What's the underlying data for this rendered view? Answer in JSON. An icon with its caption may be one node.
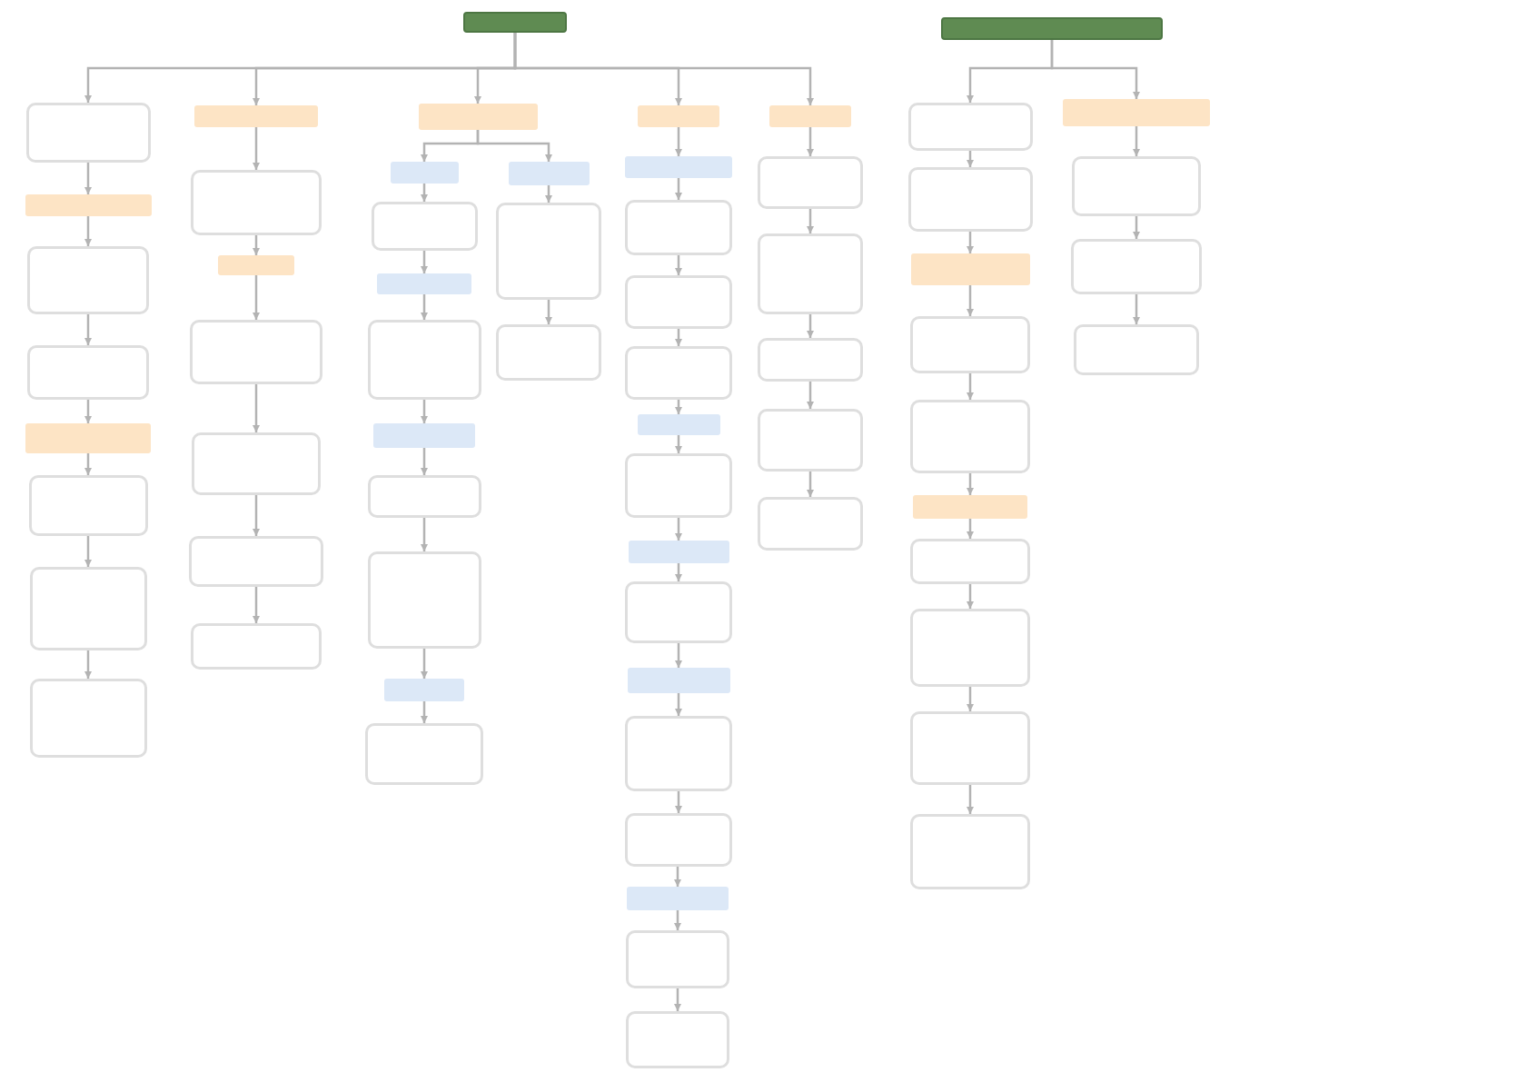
{
  "diagram": {
    "nodes": [
      {
        "text": [],
        "shape": "box"
      },
      {
        "text": [],
        "shape": "box"
      },
      {
        "text": [],
        "shape": "box"
      },
      {
        "text": [],
        "shape": "box"
      },
      {
        "text": [],
        "shape": "box"
      },
      {
        "text": [],
        "shape": "box"
      },
      {
        "text": [],
        "shape": "box"
      },
      {
        "text": [],
        "shape": "box"
      },
      {
        "text": [],
        "shape": "box"
      },
      {
        "text": [],
        "shape": "box"
      },
      {
        "text": [],
        "shape": "box"
      },
      {
        "text": [],
        "shape": "box"
      },
      {
        "text": [],
        "shape": "box"
      },
      {
        "text": [],
        "shape": "box"
      },
      {
        "text": [],
        "shape": "box"
      },
      {
        "text": [],
        "shape": "box"
      },
      {
        "text": [],
        "shape": "box"
      },
      {
        "text": [],
        "shape": "box"
      },
      {
        "text": [],
        "shape": "box"
      },
      {
        "text": [],
        "shape": "box"
      },
      {
        "text": [],
        "shape": "box"
      },
      {
        "text": [],
        "shape": "box"
      },
      {
        "text": [],
        "shape": "box"
      },
      {
        "text": [],
        "shape": "box"
      },
      {
        "text": [],
        "shape": "box"
      },
      {
        "text": [],
        "shape": "box"
      },
      {
        "text": [],
        "shape": "box"
      },
      {
        "text": [],
        "shape": "box"
      },
      {
        "text": [],
        "shape": "box"
      },
      {
        "text": [],
        "shape": "box"
      },
      {
        "text": [],
        "shape": "box"
      },
      {
        "text": [],
        "shape": "box"
      },
      {
        "text": [],
        "shape": "box"
      },
      {
        "text": [],
        "shape": "box"
      },
      {
        "text": [],
        "shape": "box"
      },
      {
        "text": [],
        "shape": "box"
      },
      {
        "text": [],
        "shape": "box"
      },
      {
        "text": [],
        "shape": "box"
      },
      {
        "text": [],
        "shape": "box"
      },
      {
        "text": [],
        "shape": "box"
      },
      {
        "text": [],
        "shape": "box"
      },
      {
        "text": [],
        "shape": "box"
      },
      {
        "text": [],
        "shape": "box"
      },
      {
        "text": [],
        "shape": "box"
      },
      {
        "text": [],
        "shape": "box"
      },
      {
        "text": [],
        "shape": "box"
      },
      {
        "text": [],
        "shape": "box"
      },
      {
        "text": [],
        "shape": "box"
      },
      {
        "text": [],
        "shape": "box"
      },
      {
        "text": [],
        "shape": "box"
      },
      {
        "text": [],
        "shape": "box"
      },
      {
        "text": [],
        "shape": "box"
      },
      {
        "text": [],
        "shape": "box"
      },
      {
        "text": [],
        "shape": "box"
      },
      {
        "text": [],
        "shape": "box"
      },
      {
        "text": [],
        "shape": "box"
      },
      {
        "text": [],
        "shape": "box"
      },
      {
        "text": [],
        "shape": "box"
      },
      {
        "text": [],
        "shape": "box"
      },
      {
        "text": [],
        "shape": "box"
      },
      {
        "text": [],
        "shape": "box"
      },
      {
        "text": [],
        "shape": "box"
      },
      {
        "text": [],
        "shape": "box"
      },
      {
        "text": [],
        "shape": "box"
      },
      {
        "text": [],
        "shape": "box"
      }
    ],
    "edges": [
      {
        "from": 0,
        "to": 1,
        "arrow": "to"
      },
      {
        "from": 0,
        "to": 9,
        "arrow": "to"
      },
      {
        "from": 0,
        "to": 16,
        "arrow": "to"
      },
      {
        "from": 0,
        "to": 29,
        "arrow": "to"
      },
      {
        "from": 0,
        "to": 44,
        "arrow": "to"
      },
      {
        "from": 1,
        "to": 2,
        "arrow": "to"
      },
      {
        "from": 2,
        "to": 3,
        "arrow": "to"
      },
      {
        "from": 3,
        "to": 4,
        "arrow": "to"
      },
      {
        "from": 4,
        "to": 5,
        "arrow": "to"
      },
      {
        "from": 5,
        "to": 6,
        "arrow": "to"
      },
      {
        "from": 6,
        "to": 7,
        "arrow": "to"
      },
      {
        "from": 7,
        "to": 8,
        "arrow": "to"
      },
      {
        "from": 9,
        "to": 10,
        "arrow": "to"
      },
      {
        "from": 10,
        "to": 11,
        "arrow": "to"
      },
      {
        "from": 11,
        "to": 12,
        "arrow": "to"
      },
      {
        "from": 12,
        "to": 13,
        "arrow": "to"
      },
      {
        "from": 13,
        "to": 14,
        "arrow": "to"
      },
      {
        "from": 14,
        "to": 15,
        "arrow": "to"
      },
      {
        "from": 16,
        "to": 17,
        "arrow": "to"
      },
      {
        "from": 16,
        "to": 26,
        "arrow": "to"
      },
      {
        "from": 17,
        "to": 18,
        "arrow": "to"
      },
      {
        "from": 18,
        "to": 19,
        "arrow": "to"
      },
      {
        "from": 19,
        "to": 20,
        "arrow": "to"
      },
      {
        "from": 20,
        "to": 21,
        "arrow": "to"
      },
      {
        "from": 21,
        "to": 22,
        "arrow": "to"
      },
      {
        "from": 22,
        "to": 23,
        "arrow": "to"
      },
      {
        "from": 23,
        "to": 24,
        "arrow": "to"
      },
      {
        "from": 24,
        "to": 25,
        "arrow": "to"
      },
      {
        "from": 26,
        "to": 27,
        "arrow": "to"
      },
      {
        "from": 27,
        "to": 28,
        "arrow": "to"
      },
      {
        "from": 29,
        "to": 30,
        "arrow": "to"
      },
      {
        "from": 30,
        "to": 31,
        "arrow": "to"
      },
      {
        "from": 31,
        "to": 32,
        "arrow": "to"
      },
      {
        "from": 32,
        "to": 33,
        "arrow": "to"
      },
      {
        "from": 33,
        "to": 34,
        "arrow": "to"
      },
      {
        "from": 34,
        "to": 35,
        "arrow": "to"
      },
      {
        "from": 35,
        "to": 36,
        "arrow": "to"
      },
      {
        "from": 36,
        "to": 37,
        "arrow": "to"
      },
      {
        "from": 37,
        "to": 38,
        "arrow": "to"
      },
      {
        "from": 38,
        "to": 39,
        "arrow": "to"
      },
      {
        "from": 39,
        "to": 40,
        "arrow": "to"
      },
      {
        "from": 40,
        "to": 41,
        "arrow": "to"
      },
      {
        "from": 41,
        "to": 42,
        "arrow": "to"
      },
      {
        "from": 42,
        "to": 43,
        "arrow": "to"
      },
      {
        "from": 44,
        "to": 45,
        "arrow": "to"
      },
      {
        "from": 45,
        "to": 46,
        "arrow": "to"
      },
      {
        "from": 46,
        "to": 47,
        "arrow": "to"
      },
      {
        "from": 47,
        "to": 48,
        "arrow": "to"
      },
      {
        "from": 48,
        "to": 49,
        "arrow": "to"
      },
      {
        "from": 50,
        "to": 51,
        "arrow": "to"
      },
      {
        "from": 50,
        "to": 61,
        "arrow": "to"
      },
      {
        "from": 51,
        "to": 52,
        "arrow": "to"
      },
      {
        "from": 52,
        "to": 53,
        "arrow": "to"
      },
      {
        "from": 53,
        "to": 54,
        "arrow": "to"
      },
      {
        "from": 54,
        "to": 55,
        "arrow": "to"
      },
      {
        "from": 55,
        "to": 56,
        "arrow": "to"
      },
      {
        "from": 56,
        "to": 57,
        "arrow": "to"
      },
      {
        "from": 57,
        "to": 58,
        "arrow": "to"
      },
      {
        "from": 58,
        "to": 59,
        "arrow": "to"
      },
      {
        "from": 59,
        "to": 60,
        "arrow": "to"
      },
      {
        "from": 61,
        "to": 62,
        "arrow": "to"
      },
      {
        "from": 62,
        "to": 63,
        "arrow": "to"
      },
      {
        "from": 63,
        "to": 64,
        "arrow": "to"
      }
    ]
  }
}
